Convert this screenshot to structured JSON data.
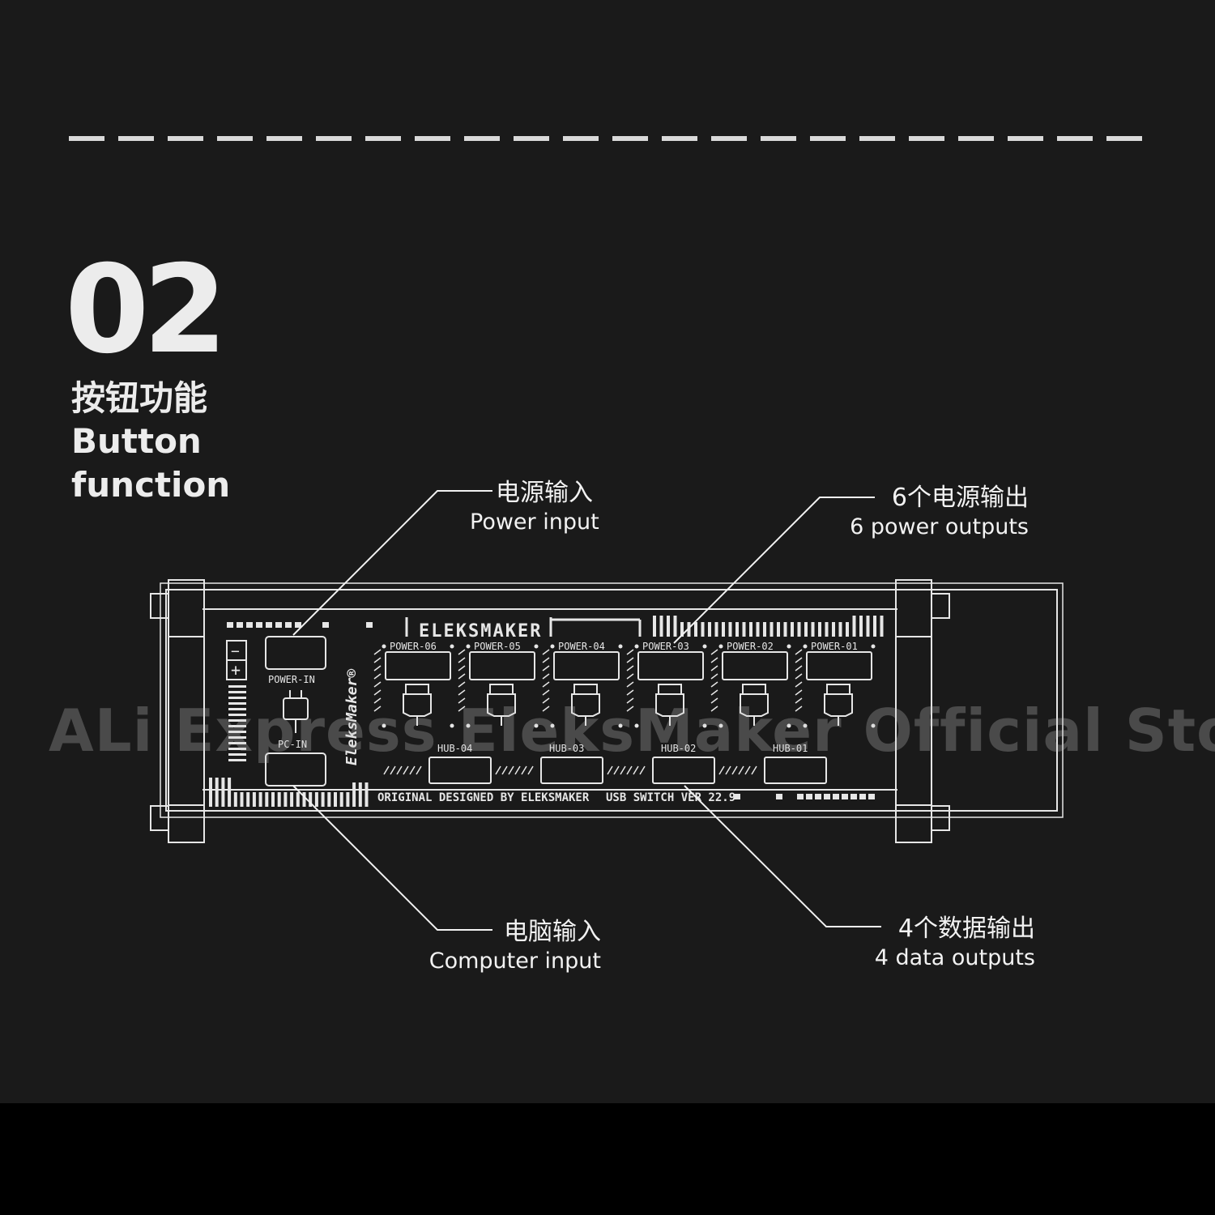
{
  "section": {
    "number": "02",
    "title_cn": "按钮功能",
    "title_en": "Button function"
  },
  "callouts": {
    "power_input": {
      "cn": "电源输入",
      "en": "Power input"
    },
    "power_outputs": {
      "cn": "6个电源输出",
      "en": "6 power outputs"
    },
    "computer_input": {
      "cn": "电脑输入",
      "en": "Computer input"
    },
    "data_outputs": {
      "cn": "4个数据输出",
      "en": "4 data outputs"
    }
  },
  "device": {
    "brand_logo": "ELEKSMAKER",
    "side_logo": "EleksMaker®",
    "power_in_label": "POWER-IN",
    "pc_in_label": "PC-IN",
    "power_ports": [
      "POWER-06",
      "POWER-05",
      "POWER-04",
      "POWER-03",
      "POWER-02",
      "POWER-01"
    ],
    "hub_ports": [
      "HUB-04",
      "HUB-03",
      "HUB-02",
      "HUB-01"
    ],
    "footer_left": "ORIGINAL DESIGNED BY ELEKSMAKER",
    "footer_right": "USB SWITCH VER 22.9",
    "minus_symbol": "−",
    "plus_symbol": "+"
  },
  "watermark": "ALi Express EleksMaker Official Store",
  "colors": {
    "background": "#1a1a1a",
    "bottom_band": "#000000",
    "line": "#e6e6e6",
    "text": "#f2f2f2"
  }
}
